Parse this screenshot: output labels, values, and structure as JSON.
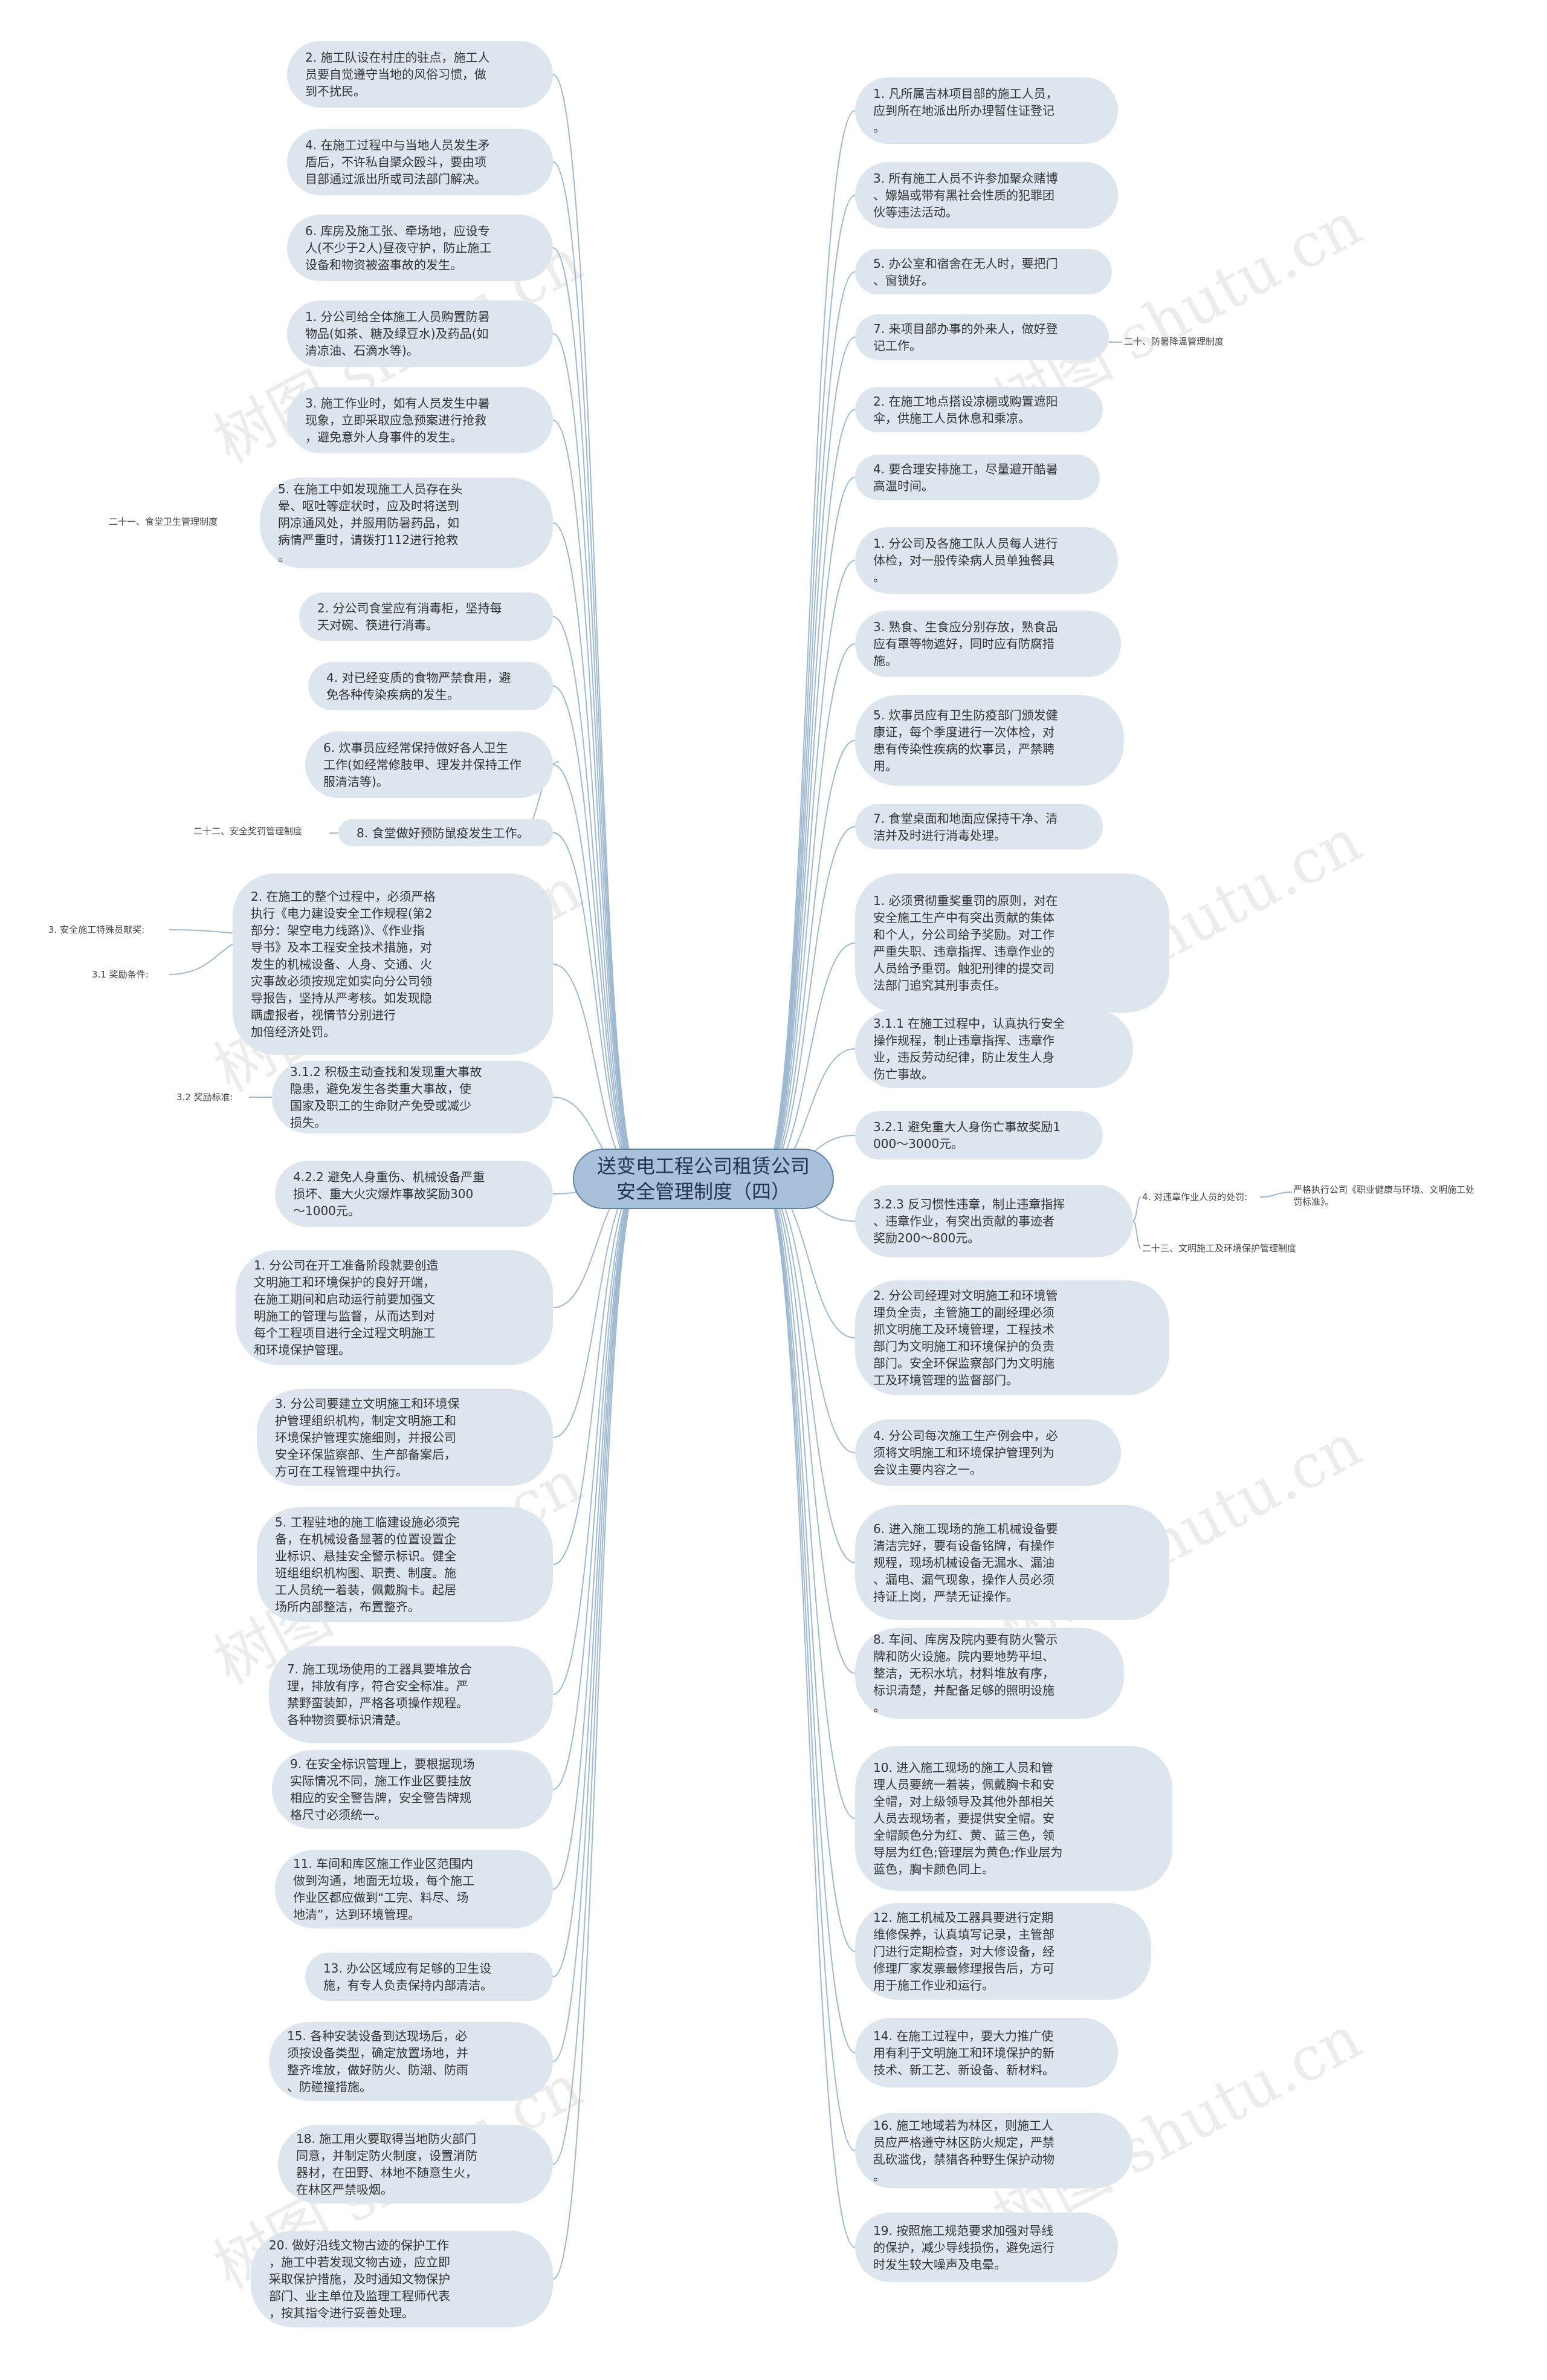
{
  "root": {
    "title": "送变电工程公司租赁公司\n安全管理制度（四）"
  },
  "left_nodes": [
    "2. 施工队设在村庄的驻点，施工人\n员要自觉遵守当地的风俗习惯，做\n到不扰民。",
    "4. 在施工过程中与当地人员发生矛\n盾后，不许私自聚众殴斗，要由项\n目部通过派出所或司法部门解决。",
    "6. 库房及施工张、牵场地，应设专\n人(不少于2人)昼夜守护，防止施工\n设备和物资被盗事故的发生。",
    "1. 分公司给全体施工人员购置防暑\n物品(如茶、糖及绿豆水)及药品(如\n清凉油、石滴水等)。",
    "3. 施工作业时，如有人员发生中暑\n现象，立即采取应急预案进行抢救\n，避免意外人身事件的发生。",
    "5. 在施工中如发现施工人员存在头\n晕、呕吐等症状时，应及时将送到\n阴凉通风处，并服用防暑药品，如\n病情严重时，请拨打112进行抢救\n。",
    "2. 分公司食堂应有消毒柜，坚持每\n天对碗、筷进行消毒。",
    "4. 对已经变质的食物严禁食用，避\n免各种传染疾病的发生。",
    "6. 炊事员应经常保持做好各人卫生\n工作(如经常修肢甲、理发并保持工作\n服清洁等)。",
    "8. 食堂做好预防鼠疫发生工作。",
    "2. 在施工的整个过程中，必须严格\n执行《电力建设安全工作规程(第2\n部分：架空电力线路)》、《作业指\n导书》及本工程安全技术措施，对\n发生的机械设备、人身、交通、火\n灾事故必须按规定如实向分公司领\n导报告，坚持从严考核。如发现隐\n瞒虚报者，视情节分别进行\n加倍经济处罚。",
    "3.1.2 积极主动查找和发现重大事故\n隐患，避免发生各类重大事故，使\n国家及职工的生命财产免受或减少\n损失。",
    "4.2.2 避免人身重伤、机械设备严重\n损坏、重大火灾爆炸事故奖励300\n～1000元。",
    "1. 分公司在开工准备阶段就要创造\n文明施工和环境保护的良好开端，\n在施工期间和启动运行前要加强文\n明施工的管理与监督，从而达到对\n每个工程项目进行全过程文明施工\n和环境保护管理。",
    "3. 分公司要建立文明施工和环境保\n护管理组织机构，制定文明施工和\n环境保护管理实施细则，并报公司\n安全环保监察部、生产部备案后，\n方可在工程管理中执行。",
    "5. 工程驻地的施工临建设施必须完\n备，在机械设备显著的位置设置企\n业标识、悬挂安全警示标识。健全\n班组组织机构图、职责、制度。施\n工人员统一着装，佩戴胸卡。起居\n场所内部整洁，布置整齐。",
    "7. 施工现场使用的工器具要堆放合\n理，排放有序，符合安全标准。严\n禁野蛮装卸，严格各项操作规程。\n各种物资要标识清楚。",
    "9. 在安全标识管理上，要根据现场\n实际情况不同，施工作业区要挂放\n相应的安全警告牌，安全警告牌规\n格尺寸必须统一。",
    "11. 车间和库区施工作业区范围内\n做到沟通，地面无垃圾，每个施工\n作业区都应做到“工完、料尽、场\n地清”，达到环境管理。",
    "13. 办公区域应有足够的卫生设\n施，有专人负责保持内部清洁。",
    "15. 各种安装设备到达现场后，必\n须按设备类型，确定放置场地，并\n整齐堆放，做好防火、防潮、防雨\n、防碰撞措施。",
    "18. 施工用火要取得当地防火部门\n同意，并制定防火制度，设置消防\n器材，在田野、林地不随意生火，\n在林区严禁吸烟。",
    "20. 做好沿线文物古迹的保护工作\n，施工中若发现文物古迹，应立即\n采取保护措施，及时通知文物保护\n部门、业主单位及监理工程师代表\n，按其指令进行妥善处理。"
  ],
  "right_nodes": [
    "1. 凡所属吉林项目部的施工人员，\n应到所在地派出所办理暂住证登记\n。",
    "3. 所有施工人员不许参加聚众赌博\n、嫖娼或带有黑社会性质的犯罪团\n伙等违法活动。",
    "5. 办公室和宿舍在无人时，要把门\n、窗锁好。",
    "7. 来项目部办事的外来人，做好登\n记工作。",
    "2. 在施工地点搭设凉棚或购置遮阳\n伞，供施工人员休息和乘凉。",
    "4. 要合理安排施工，尽量避开酷暑\n高温时间。",
    "1. 分公司及各施工队人员每人进行\n体检，对一般传染病人员单独餐具\n。",
    "3. 熟食、生食应分别存放，熟食品\n应有罩等物遮好，同时应有防腐措\n施。",
    "5. 炊事员应有卫生防疫部门颁发健\n康证，每个季度进行一次体检，对\n患有传染性疾病的炊事员，严禁聘\n用。",
    "7. 食堂桌面和地面应保持干净、清\n洁并及时进行消毒处理。",
    "1. 必须贯彻重奖重罚的原则，对在\n安全施工生产中有突出贡献的集体\n和个人，分公司给予奖励。对工作\n严重失职、违章指挥、违章作业的\n人员给予重罚。触犯刑律的提交司\n法部门追究其刑事责任。",
    "3.1.1 在施工过程中，认真执行安全\n操作规程，制止违章指挥、违章作\n业，违反劳动纪律，防止发生人身\n伤亡事故。",
    "3.2.1 避免重大人身伤亡事故奖励1\n000～3000元。",
    "3.2.3 反习惯性违章，制止违章指挥\n、违章作业，有突出贡献的事迹者\n奖励200～800元。",
    "2. 分公司经理对文明施工和环境管\n理负全责，主管施工的副经理必须\n抓文明施工及环境管理，工程技术\n部门为文明施工和环境保护的负责\n部门。安全环保监察部门为文明施\n工及环境管理的监督部门。",
    "4. 分公司每次施工生产例会中，必\n须将文明施工和环境保护管理列为\n会议主要内容之一。",
    "6. 进入施工现场的施工机械设备要\n清洁完好，要有设备铭牌，有操作\n规程，现场机械设备无漏水、漏油\n、漏电、漏气现象，操作人员必须\n持证上岗，严禁无证操作。",
    "8. 车间、库房及院内要有防火警示\n牌和防火设施。院内要地势平坦、\n整洁，无积水坑，材料堆放有序，\n标识清楚，并配备足够的照明设施\n。",
    "10. 进入施工现场的施工人员和管\n理人员要统一着装，佩戴胸卡和安\n全帽，对上级领导及其他外部相关\n人员去现场者，要提供安全帽。安\n全帽颜色分为红、黄、蓝三色，领\n导层为红色;管理层为黄色;作业层为\n蓝色，胸卡颜色同上。",
    "12. 施工机械及工器具要进行定期\n维修保养，认真填写记录，主管部\n门进行定期检查，对大修设备，经\n修理厂家发票最修理报告后，方可\n用于施工作业和运行。",
    "14. 在施工过程中，要大力推广使\n用有利于文明施工和环境保护的新\n技术、新工艺、新设备、新材料。",
    "16. 施工地域若为林区，则施工人\n员应严格遵守林区防火规定，严禁\n乱砍滥伐，禁猎各种野生保护动物\n。",
    "19. 按照施工规范要求加强对导线\n的保护，减少导线损伤，避免运行\n时发生较大噪声及电晕。"
  ],
  "labels": {
    "l21": "二十一、食堂卫生管理制度",
    "l22": "二十二、安全奖罚管理制度",
    "l3": "3. 安全施工特殊员献奖:",
    "l31": "3.1 奖励条件:",
    "l32": "3.2 奖励标准:",
    "r20": "二十、防暑降温管理制度",
    "r4": "4. 对违章作业人员的处罚:",
    "r4child": "严格执行公司《职业健康与环境、文明施工处\n罚标准》。",
    "r23": "二十三、文明施工及环境保护管理制度"
  },
  "watermarks": [
    "树图 shutu.cn",
    "树图 shutu.cn",
    "树图 shutu.cn",
    "树图 shutu.cn",
    "树图 shutu.cn",
    "树图 shutu.cn",
    "树图 shutu.cn",
    "树图 shutu.cn"
  ],
  "colors": {
    "node": "#dde6ee",
    "root": "#a9c1d8",
    "edge": "#9fb9d1"
  }
}
